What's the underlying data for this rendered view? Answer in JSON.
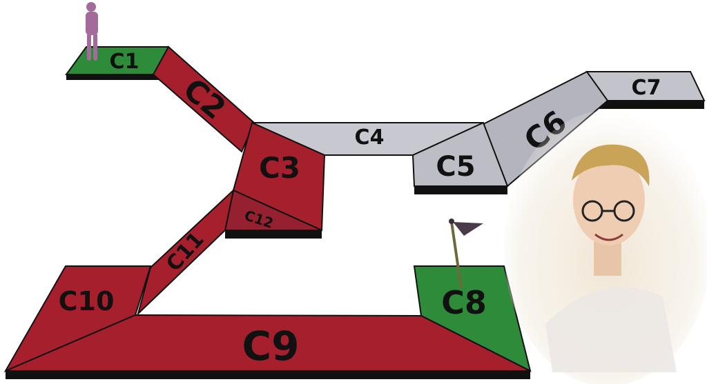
{
  "colors": {
    "green": "#2e8b3a",
    "green_side": "#1f5e27",
    "red": "#a5202c",
    "red_side": "#6e141c",
    "gray": "#c2c3cb",
    "gray_side": "#8e8f98",
    "outline": "#111111",
    "flag": "#4a3a4a",
    "pole": "#6b6a3c",
    "figure": "#a36b9a"
  },
  "tiles": {
    "c1": "C1",
    "c2": "C2",
    "c3": "C3",
    "c4": "C4",
    "c5": "C5",
    "c6": "C6",
    "c7": "C7",
    "c8": "C8",
    "c9": "C9",
    "c10": "C10",
    "c11": "C11",
    "c12": "C12"
  },
  "markers": {
    "start": "figure-icon",
    "goal": "flag-icon",
    "person": "person-photo"
  }
}
